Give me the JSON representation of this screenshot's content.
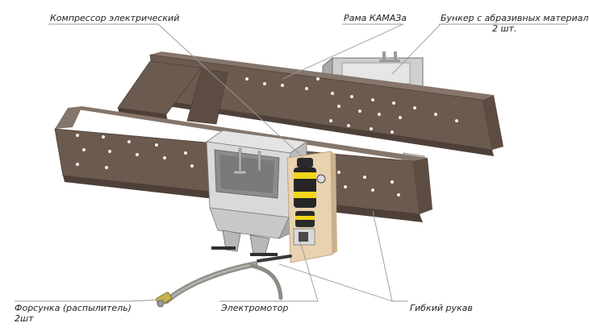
{
  "labels": {
    "compressor": "Компрессор электрический",
    "frame": "Рама КАМАЗа",
    "bunker_line1": "Бункер с абразивных материалом",
    "bunker_line2": "2 шт.",
    "nozzle_line1": "Форсунка (распылитель)",
    "nozzle_line2": "2шт",
    "motor": "Электромотор",
    "hose": "Гибкий рукав"
  },
  "colors": {
    "frame": "#6b5a4e",
    "frame_dark": "#4e4038",
    "frame_light": "#85756a",
    "bunker": "#d9d9d9",
    "bunker_dark": "#8a8a8a",
    "mount_plate": "#e8d2b0",
    "compressor_accent": "#f2d61b",
    "hose": "#8c8c84",
    "leader": "#9a9a9a"
  }
}
